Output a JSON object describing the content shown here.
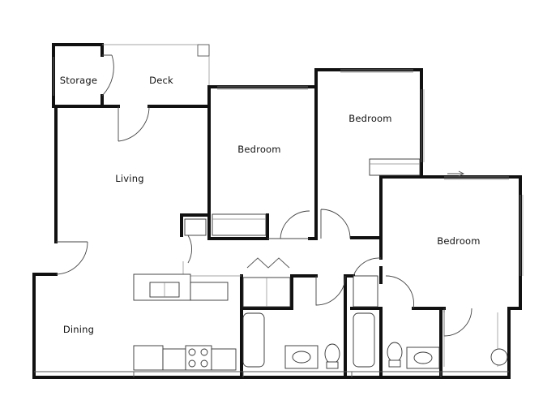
{
  "floorplan": {
    "rooms": {
      "storage": "Storage",
      "deck": "Deck",
      "living": "Living",
      "dining": "Dining",
      "bedroom_center": "Bedroom",
      "bedroom_top_right": "Bedroom",
      "bedroom_right": "Bedroom"
    }
  },
  "colors": {
    "wall": "#111111",
    "fixture_line": "#333333",
    "background": "#ffffff"
  }
}
